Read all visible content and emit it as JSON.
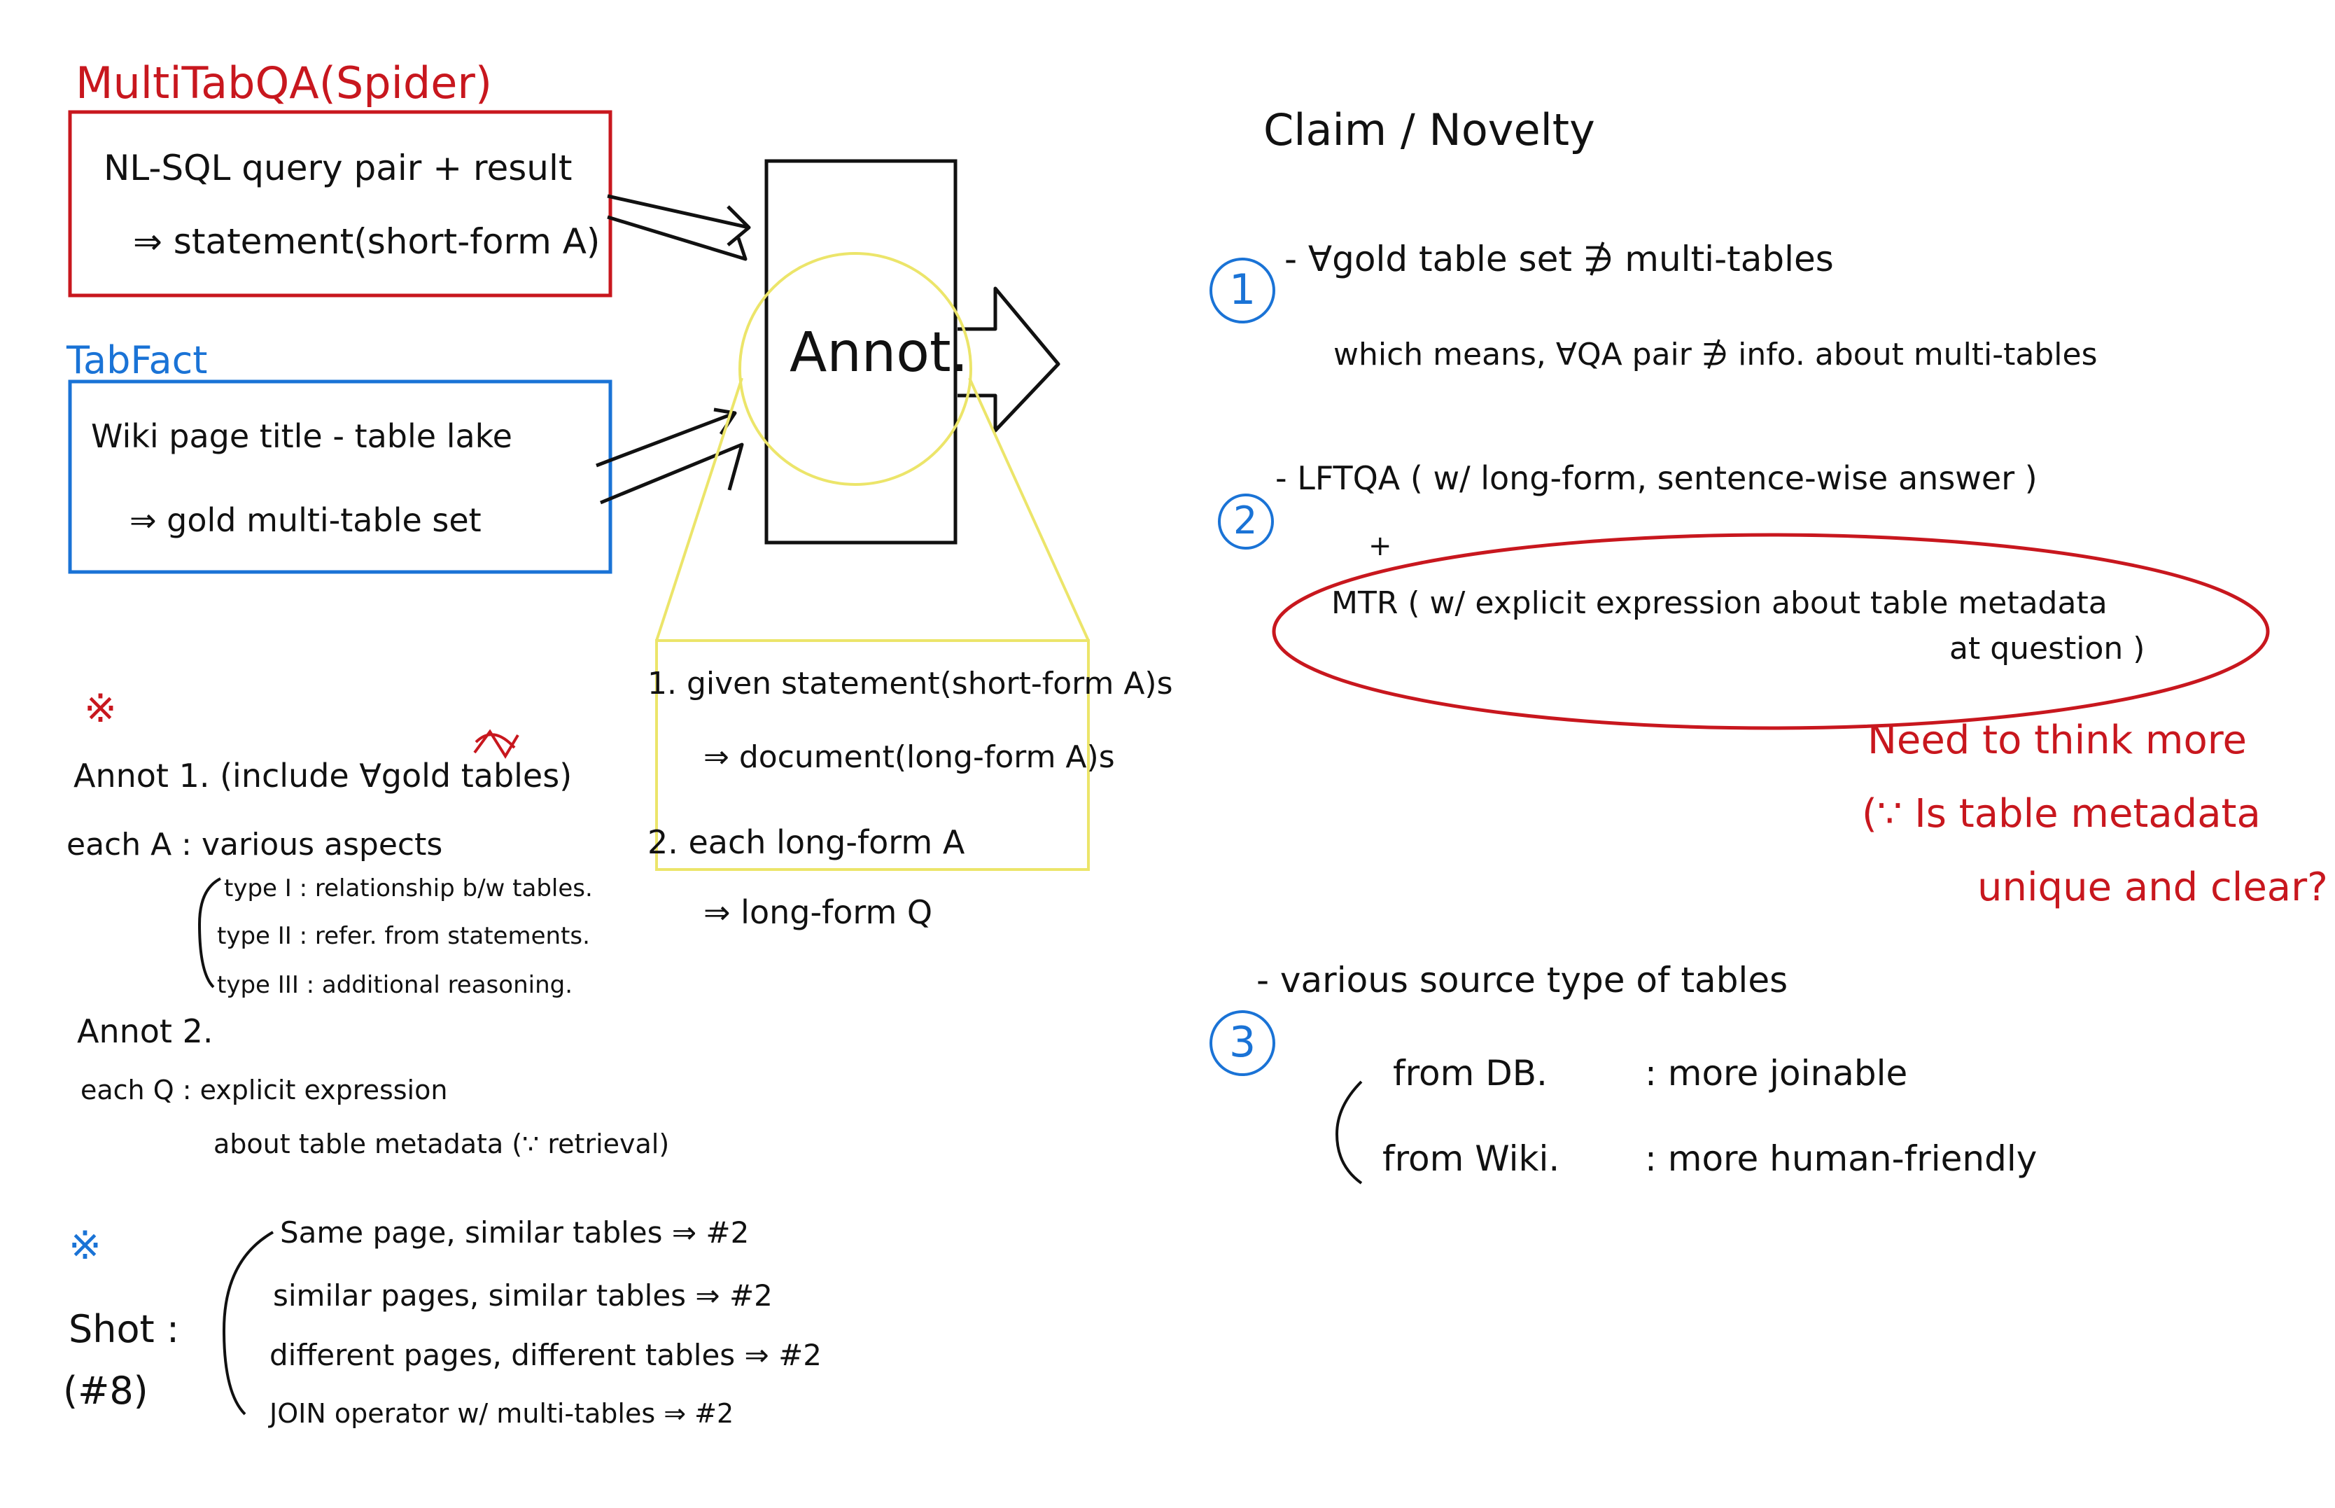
{
  "colors": {
    "red": "#c8171e",
    "blue": "#1a73d6",
    "yellow": "#ece56a",
    "ink": "#111111"
  },
  "left": {
    "multitab_title": "MultiTabQA(Spider)",
    "multitab_line1": "NL-SQL query pair + result",
    "multitab_line2": "⇒ statement(short-form A)",
    "tabfact_title": "TabFact",
    "tabfact_line1": "Wiki page title - table lake",
    "tabfact_line2": "⇒ gold multi-table set",
    "annot_box_label": "Annot.",
    "zoom_line1": "1. given statement(short-form A)s",
    "zoom_line2": "⇒ document(long-form A)s",
    "zoom_line3": "2. each long-form A",
    "zoom_line4": "⇒ long-form Q",
    "note1_mark": "※",
    "annot1_title": "Annot 1. (include ∀gold tables)",
    "each_a": "each A : various aspects",
    "type1": "type I : relationship b/w tables.",
    "type2": "type II : refer. from statements.",
    "type3": "type III : additional reasoning.",
    "annot2_title": "Annot 2.",
    "each_q": "each Q : explicit expression",
    "about_meta": "about table metadata (∵ retrieval)",
    "note2_mark": "※",
    "shot_label": "Shot :",
    "shot_count": "(#8)",
    "shots": [
      "Same page, similar tables ⇒ #2",
      "similar pages, similar tables ⇒ #2",
      "different pages, different tables ⇒ #2",
      "JOIN operator w/ multi-tables ⇒ #2"
    ]
  },
  "right": {
    "title": "Claim / Novelty",
    "c1_num": "1",
    "c1_line1": "- ∀gold table set ∌ multi-tables",
    "c1_line2": "which means, ∀QA pair ∌ info. about multi-tables",
    "c2_num": "2",
    "c2_line1": "- LFTQA ( w/ long-form, sentence-wise answer )",
    "c2_plus": "+",
    "c2_mtr1": "MTR ( w/ explicit expression about table metadata",
    "c2_mtr2": "at question )",
    "c2_note1": "Need to think more",
    "c2_note2": "(∵ Is table metadata",
    "c2_note3": "unique and clear? )",
    "c3_num": "3",
    "c3_line1": "- various source type of tables",
    "c3_db": "from DB.",
    "c3_db_val": ": more joinable",
    "c3_wiki": "from Wiki.",
    "c3_wiki_val": ": more human-friendly"
  }
}
